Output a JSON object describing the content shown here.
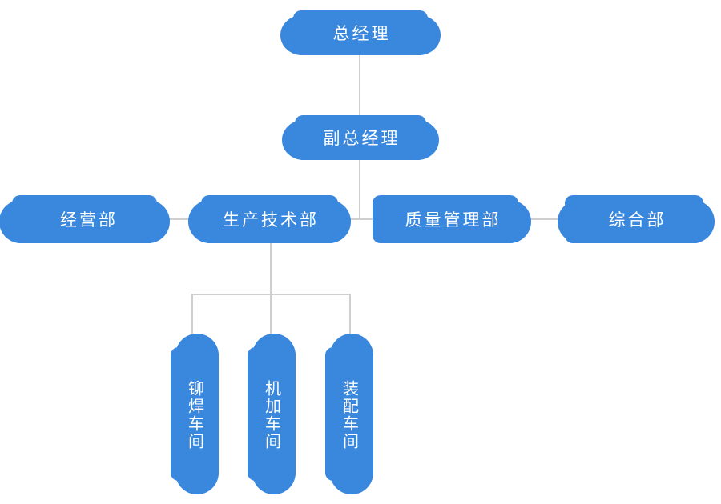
{
  "org": {
    "nodes": {
      "gm": {
        "label": "总经理",
        "level": 1
      },
      "dgm": {
        "label": "副总经理",
        "level": 2
      },
      "business": {
        "label": "经营部",
        "level": 3
      },
      "production": {
        "label": "生产技术部",
        "level": 3
      },
      "quality": {
        "label": "质量管理部",
        "level": 3
      },
      "general": {
        "label": "综合部",
        "level": 3
      },
      "riveting": {
        "label": "铆焊车间",
        "level": 4
      },
      "machining": {
        "label": "机加车间",
        "level": 4
      },
      "assembly": {
        "label": "装配车间",
        "level": 4
      }
    },
    "edges": [
      {
        "from": "gm",
        "to": "dgm"
      },
      {
        "from": "dgm",
        "to": "business"
      },
      {
        "from": "dgm",
        "to": "production"
      },
      {
        "from": "dgm",
        "to": "quality"
      },
      {
        "from": "dgm",
        "to": "general"
      },
      {
        "from": "production",
        "to": "riveting"
      },
      {
        "from": "production",
        "to": "machining"
      },
      {
        "from": "production",
        "to": "assembly"
      }
    ]
  },
  "colors": {
    "node_fill": "#3a87de",
    "node_text": "#ffffff",
    "connector": "#cfcfcf",
    "background": "#ffffff"
  }
}
